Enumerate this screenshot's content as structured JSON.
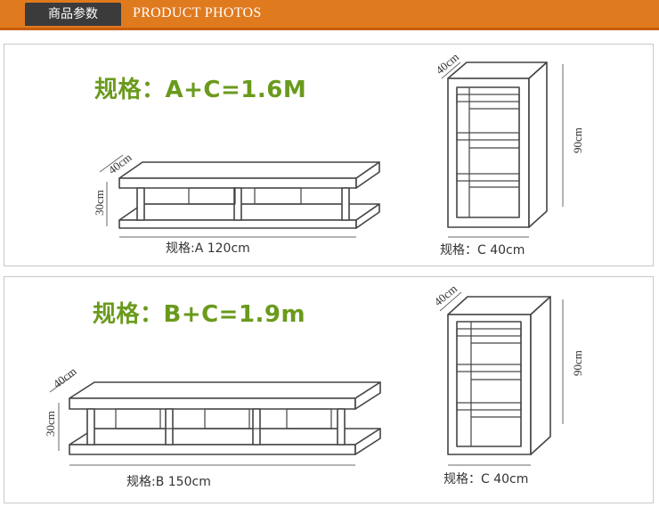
{
  "header": {
    "tag": "商品参数",
    "title": "PRODUCT PHOTOS"
  },
  "panel_a": {
    "formula": "规格：A+C=1.6M",
    "tv_stand": {
      "depth": "40cm",
      "height": "30cm",
      "caption": "规格:A 120cm"
    },
    "shelf": {
      "depth": "40cm",
      "height": "90cm",
      "caption": "规格：C  40cm"
    }
  },
  "panel_b": {
    "formula": "规格：B+C=1.9m",
    "tv_stand": {
      "depth": "40cm",
      "height": "30cm",
      "caption": "规格:B  150cm"
    },
    "shelf": {
      "depth": "40cm",
      "height": "90cm",
      "caption": "规格：C  40cm"
    }
  },
  "colors": {
    "header_bar": "#e07a1f",
    "header_tag": "#3b3b3b",
    "formula_green": "#6a9a1c"
  }
}
